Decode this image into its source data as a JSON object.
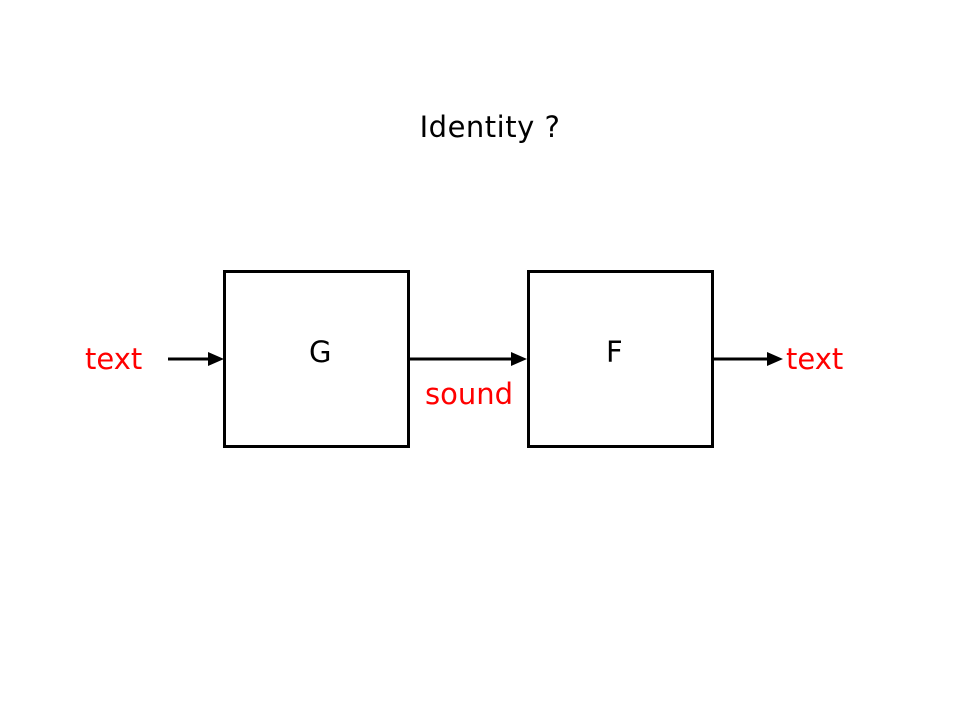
{
  "title": "Identity ?",
  "blocks": {
    "g": {
      "label": "G"
    },
    "f": {
      "label": "F"
    }
  },
  "signals": {
    "input": "text",
    "middle": "sound",
    "output": "text"
  },
  "colors": {
    "signal_text": "#ff0000",
    "block_stroke": "#000000",
    "background": "#ffffff"
  }
}
